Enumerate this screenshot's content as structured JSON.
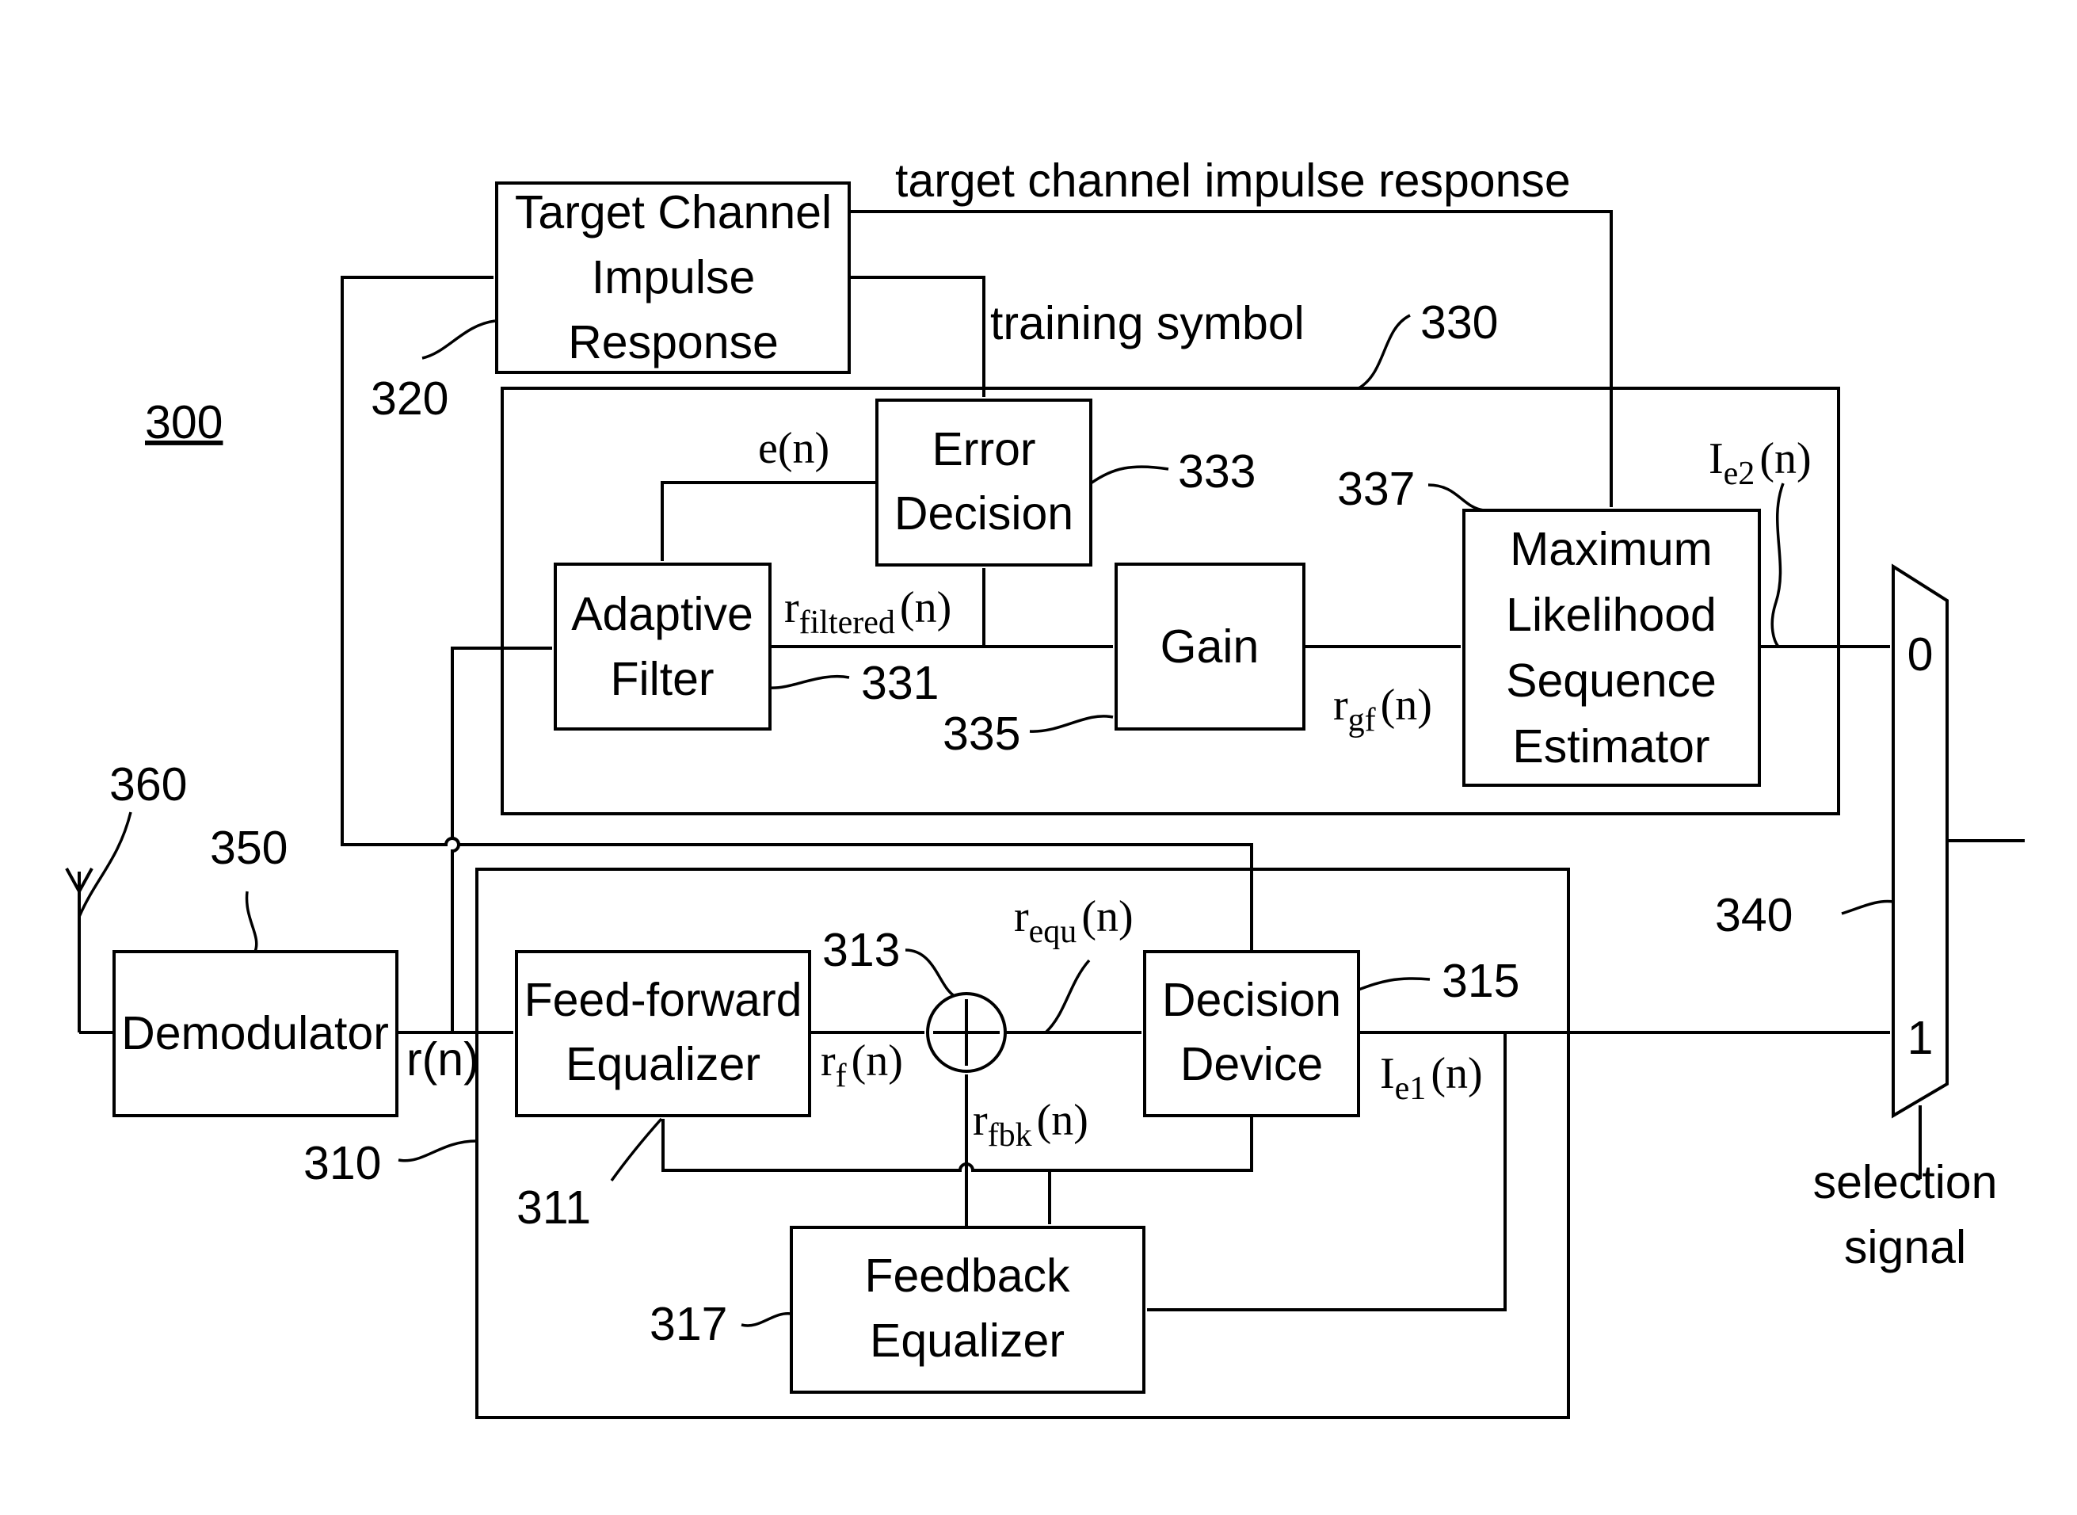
{
  "figure_ref": "300",
  "blocks": {
    "target_channel": {
      "ref": "320",
      "lines": [
        "Target Channel",
        "Impulse",
        "Response"
      ]
    },
    "mlse_subsystem": {
      "ref": "330"
    },
    "error_decision": {
      "ref": "333",
      "lines": [
        "Error",
        "Decision"
      ]
    },
    "adaptive_filter": {
      "ref": "331",
      "lines": [
        "Adaptive",
        "Filter"
      ]
    },
    "gain": {
      "ref": "335",
      "lines": [
        "Gain"
      ]
    },
    "mlse": {
      "ref": "337",
      "lines": [
        "Maximum",
        "Likelihood",
        "Sequence",
        "Estimator"
      ]
    },
    "demodulator": {
      "ref": "350",
      "lines": [
        "Demodulator"
      ]
    },
    "antenna": {
      "ref": "360"
    },
    "dfe_subsystem": {
      "ref": "310"
    },
    "feed_forward": {
      "ref": "311",
      "lines": [
        "Feed-forward",
        "Equalizer"
      ]
    },
    "summer": {
      "ref": "313"
    },
    "decision_device": {
      "ref": "315",
      "lines": [
        "Decision",
        "Device"
      ]
    },
    "feedback": {
      "ref": "317",
      "lines": [
        "Feedback",
        "Equalizer"
      ]
    },
    "mux": {
      "ref": "340",
      "input0": "0",
      "input1": "1"
    }
  },
  "signals": {
    "target_cir": "target channel impulse response",
    "training": "training symbol",
    "e": {
      "base": "e",
      "sub": "",
      "arg": "(n)"
    },
    "r_filtered": {
      "base": "r",
      "sub": "filtered",
      "arg": "(n)"
    },
    "r_gf": {
      "base": "r",
      "sub": "gf",
      "arg": "(n)"
    },
    "i_e2": {
      "base": "I",
      "sub": "e2",
      "arg": "(n)"
    },
    "r_n": "r(n)",
    "r_f": {
      "base": "r",
      "sub": "f",
      "arg": "(n)"
    },
    "r_equ": {
      "base": "r",
      "sub": "equ",
      "arg": "(n)"
    },
    "r_fbk": {
      "base": "r",
      "sub": "fbk",
      "arg": "(n)"
    },
    "i_e1": {
      "base": "I",
      "sub": "e1",
      "arg": "(n)"
    },
    "selection": [
      "selection",
      "signal"
    ]
  }
}
